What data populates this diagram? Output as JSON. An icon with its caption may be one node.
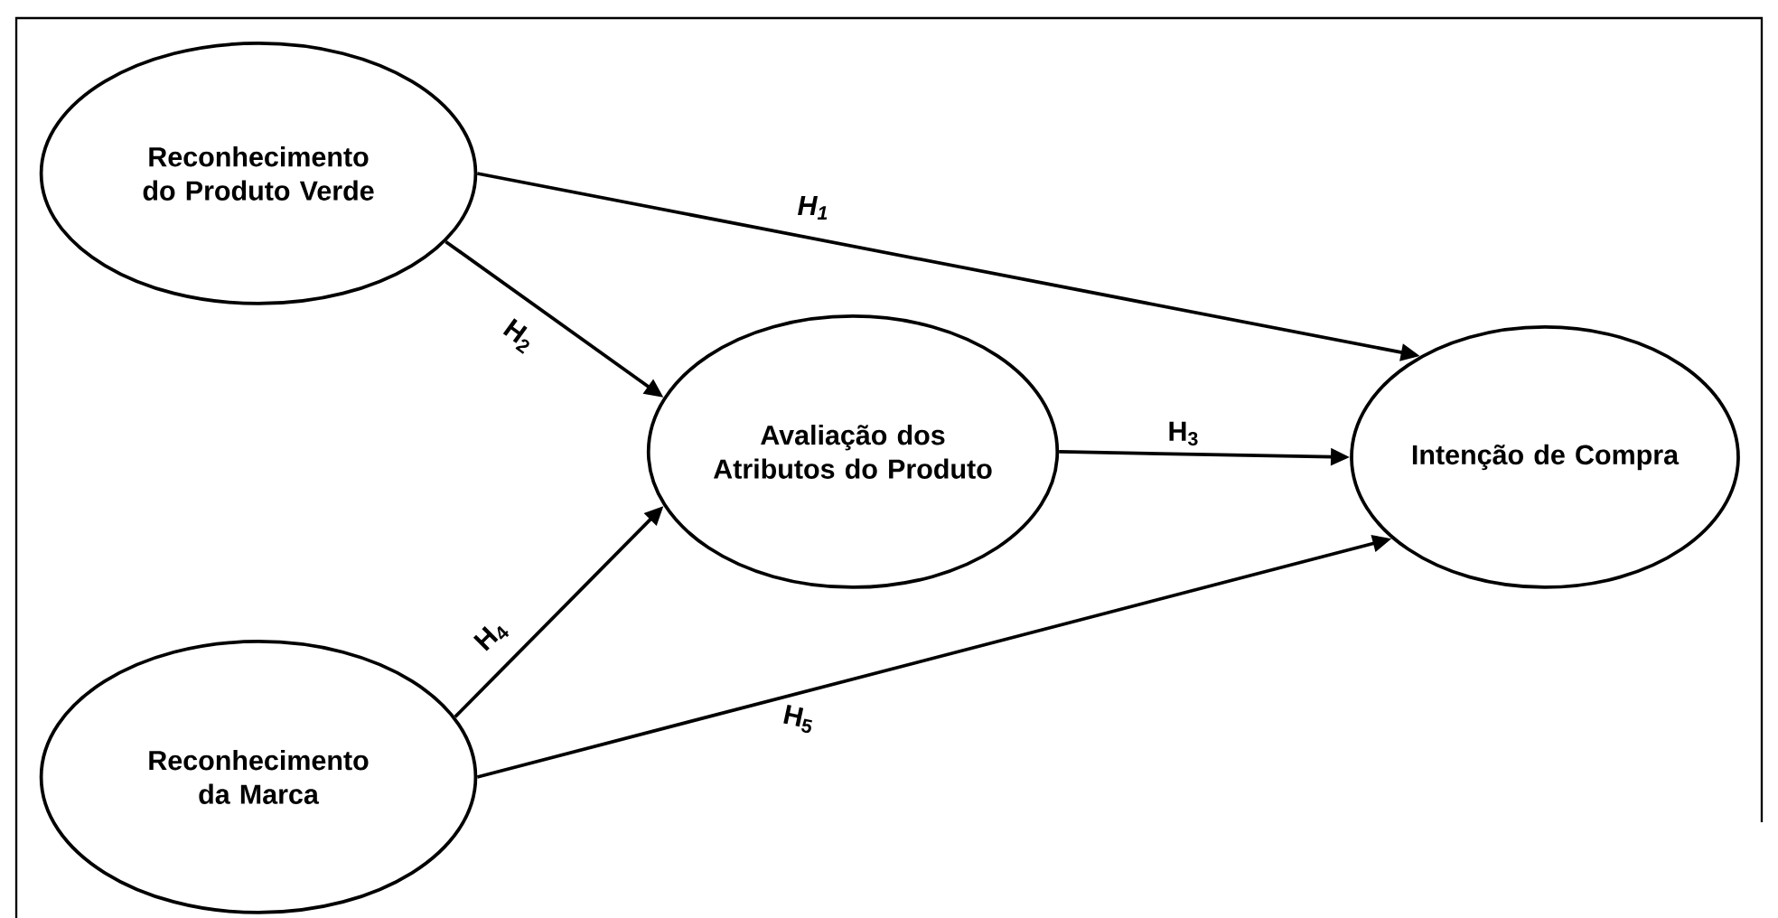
{
  "diagram": {
    "nodes": [
      {
        "text": [
          "Reconhecimento do Produto Verde"
        ]
      },
      {
        "text": [
          "Avaliação dos Atributos do Produto"
        ]
      },
      {
        "text": [
          "Intenção de Compra"
        ]
      },
      {
        "text": [
          "Reconhecimento da Marca"
        ]
      }
    ],
    "edges": [
      {
        "from": 0,
        "to": 2,
        "arrow": "to",
        "label": "H$_{1}$"
      },
      {
        "from": 0,
        "to": 1,
        "arrow": "to",
        "label": "H$_{2}$"
      },
      {
        "from": 1,
        "to": 2,
        "arrow": "to",
        "label": "H$_{3}$"
      },
      {
        "from": 3,
        "to": 1,
        "arrow": "to",
        "label": "H$_{4}$"
      },
      {
        "from": 3,
        "to": 2,
        "arrow": "to",
        "label": "H$_{5}$"
      }
    ]
  }
}
